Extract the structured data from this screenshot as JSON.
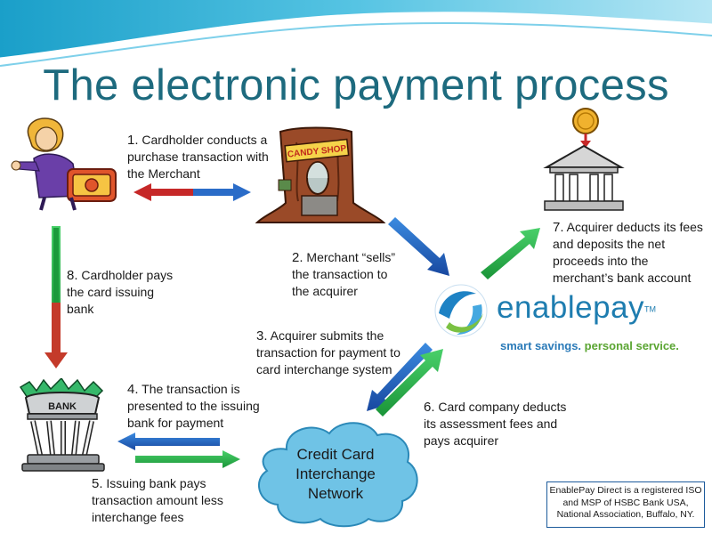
{
  "title": "The electronic payment process",
  "steps": [
    {
      "num": "1.",
      "text": "Cardholder conducts a purchase transaction with the Merchant"
    },
    {
      "num": "2.",
      "text": "Merchant “sells” the transaction to the acquirer"
    },
    {
      "num": "3.",
      "text": "Acquirer submits the transaction for payment to card interchange system"
    },
    {
      "num": "4.",
      "text": "The transaction is presented to the issuing bank for payment"
    },
    {
      "num": "5.",
      "text": "Issuing bank pays transaction amount less interchange fees"
    },
    {
      "num": "6.",
      "text": "Card company deducts its assessment fees and pays acquirer"
    },
    {
      "num": "7.",
      "text": "Acquirer deducts its fees and deposits the net proceeds into the merchant’s bank account"
    },
    {
      "num": "8.",
      "text": "Cardholder pays the card issuing bank"
    }
  ],
  "merchant_sign": "CANDY SHOP",
  "bank_sign": "BANK",
  "brand": {
    "name": "enablepay",
    "tm": "TM",
    "tagline_part1": "smart savings.",
    "tagline_part2": "personal service."
  },
  "cloud": {
    "line1": "Credit Card",
    "line2": "Interchange",
    "line3": "Network"
  },
  "disclaimer": "EnablePay Direct is a registered ISO and MSP of HSBC Bank USA, National Association, Buffalo, NY.",
  "colors": {
    "title": "#1d6a7e",
    "arrow_blue": "#1f5fb4",
    "arrow_green": "#2db34a",
    "arrow_red": "#c62828",
    "cloud": "#6fc3e6"
  }
}
